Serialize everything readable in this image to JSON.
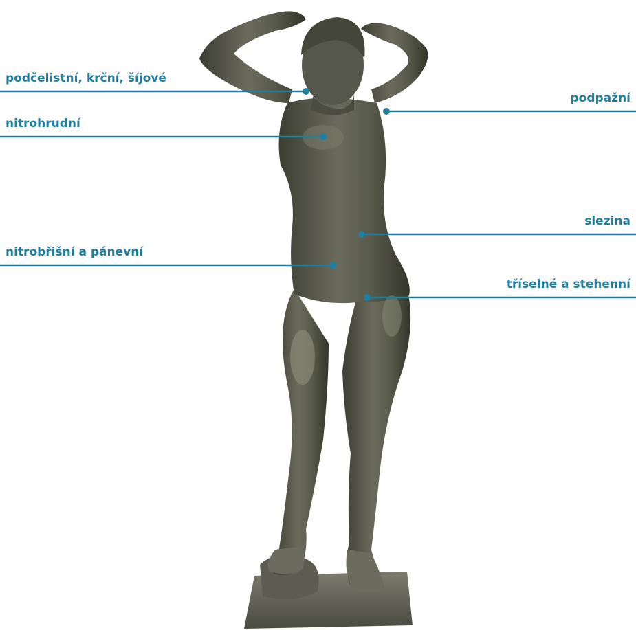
{
  "diagram": {
    "accent_color": "#1f7fa0",
    "subject": "bronze statue of standing nude woman with hands behind head",
    "labels": {
      "neck": "podčelistní, krční, šíjové",
      "thoracic": "nitrohrudní",
      "abdominal": "nitrobřišní a pánevní",
      "axillary": "podpažní",
      "spleen": "slezina",
      "inguinal": "tříselné a stehenní"
    }
  }
}
